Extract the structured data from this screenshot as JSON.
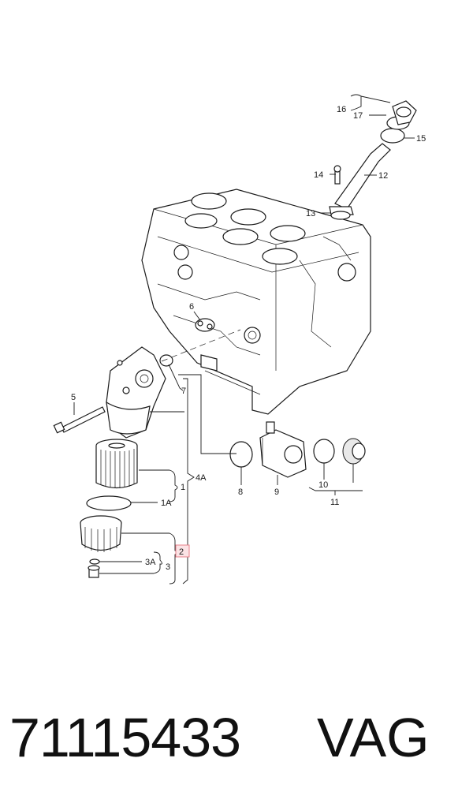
{
  "callouts": {
    "c1": "1",
    "c1A": "1A",
    "c2": "2",
    "c3": "3",
    "c3A": "3A",
    "c4A": "4A",
    "c5": "5",
    "c6": "6",
    "c7": "7",
    "c8": "8",
    "c9": "9",
    "c10": "10",
    "c11": "11",
    "c12": "12",
    "c13": "13",
    "c14": "14",
    "c15": "15",
    "c16": "16",
    "c17": "17"
  },
  "highlight_color": "#e8808a",
  "footer": {
    "part_number": "71115433",
    "brand": "VAG"
  }
}
